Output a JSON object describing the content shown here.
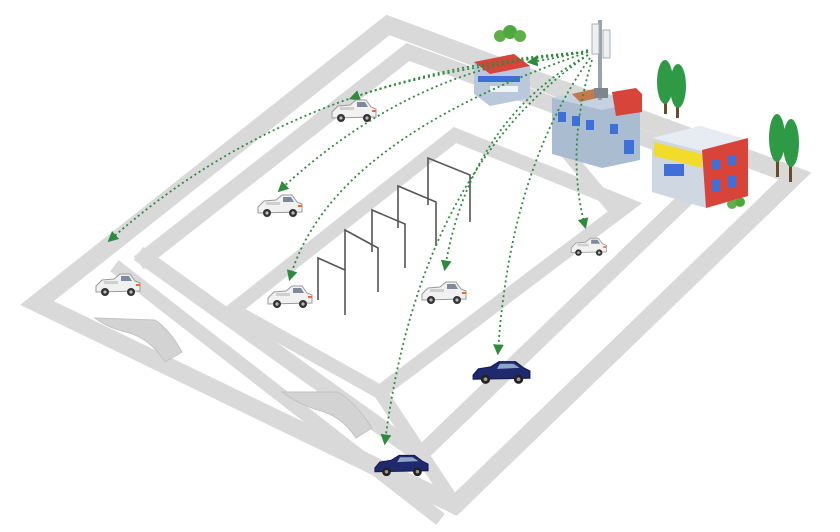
{
  "colors": {
    "background": "#ffffff",
    "road": "#d9d9d9",
    "link_arrow": "#2e8b3e",
    "pickup_body": "#f1f1f1",
    "sedan_body": "#1f2a6e",
    "tree": "#2f9a45",
    "building_wall": "#a9bcd0",
    "building_red": "#d9443a",
    "awning_yellow": "#f2dc2b",
    "store_blue": "#3f6fd8",
    "tower": "#cfd3d8"
  },
  "scene": {
    "base_station": {
      "type": "antenna-tower",
      "icon": "tower-icon"
    },
    "buildings": [
      {
        "id": "control-office",
        "icon": "building-icon"
      },
      {
        "id": "main-office",
        "icon": "building-icon"
      },
      {
        "id": "shop",
        "icon": "shop-icon"
      }
    ],
    "vehicles": [
      {
        "id": "pickup-1",
        "kind": "pickup",
        "icon": "pickup-truck-icon"
      },
      {
        "id": "pickup-2",
        "kind": "pickup",
        "icon": "pickup-truck-icon"
      },
      {
        "id": "pickup-3",
        "kind": "pickup",
        "icon": "pickup-truck-icon"
      },
      {
        "id": "pickup-4",
        "kind": "pickup",
        "icon": "pickup-truck-icon"
      },
      {
        "id": "pickup-5",
        "kind": "pickup",
        "icon": "pickup-truck-icon"
      },
      {
        "id": "pickup-6",
        "kind": "pickup",
        "icon": "pickup-truck-icon"
      },
      {
        "id": "sedan-1",
        "kind": "sedan",
        "icon": "sedan-car-icon"
      },
      {
        "id": "sedan-2",
        "kind": "sedan",
        "icon": "sedan-car-icon"
      }
    ],
    "links": {
      "from": "base_station",
      "style": "dotted-arrow",
      "count": 9
    }
  }
}
